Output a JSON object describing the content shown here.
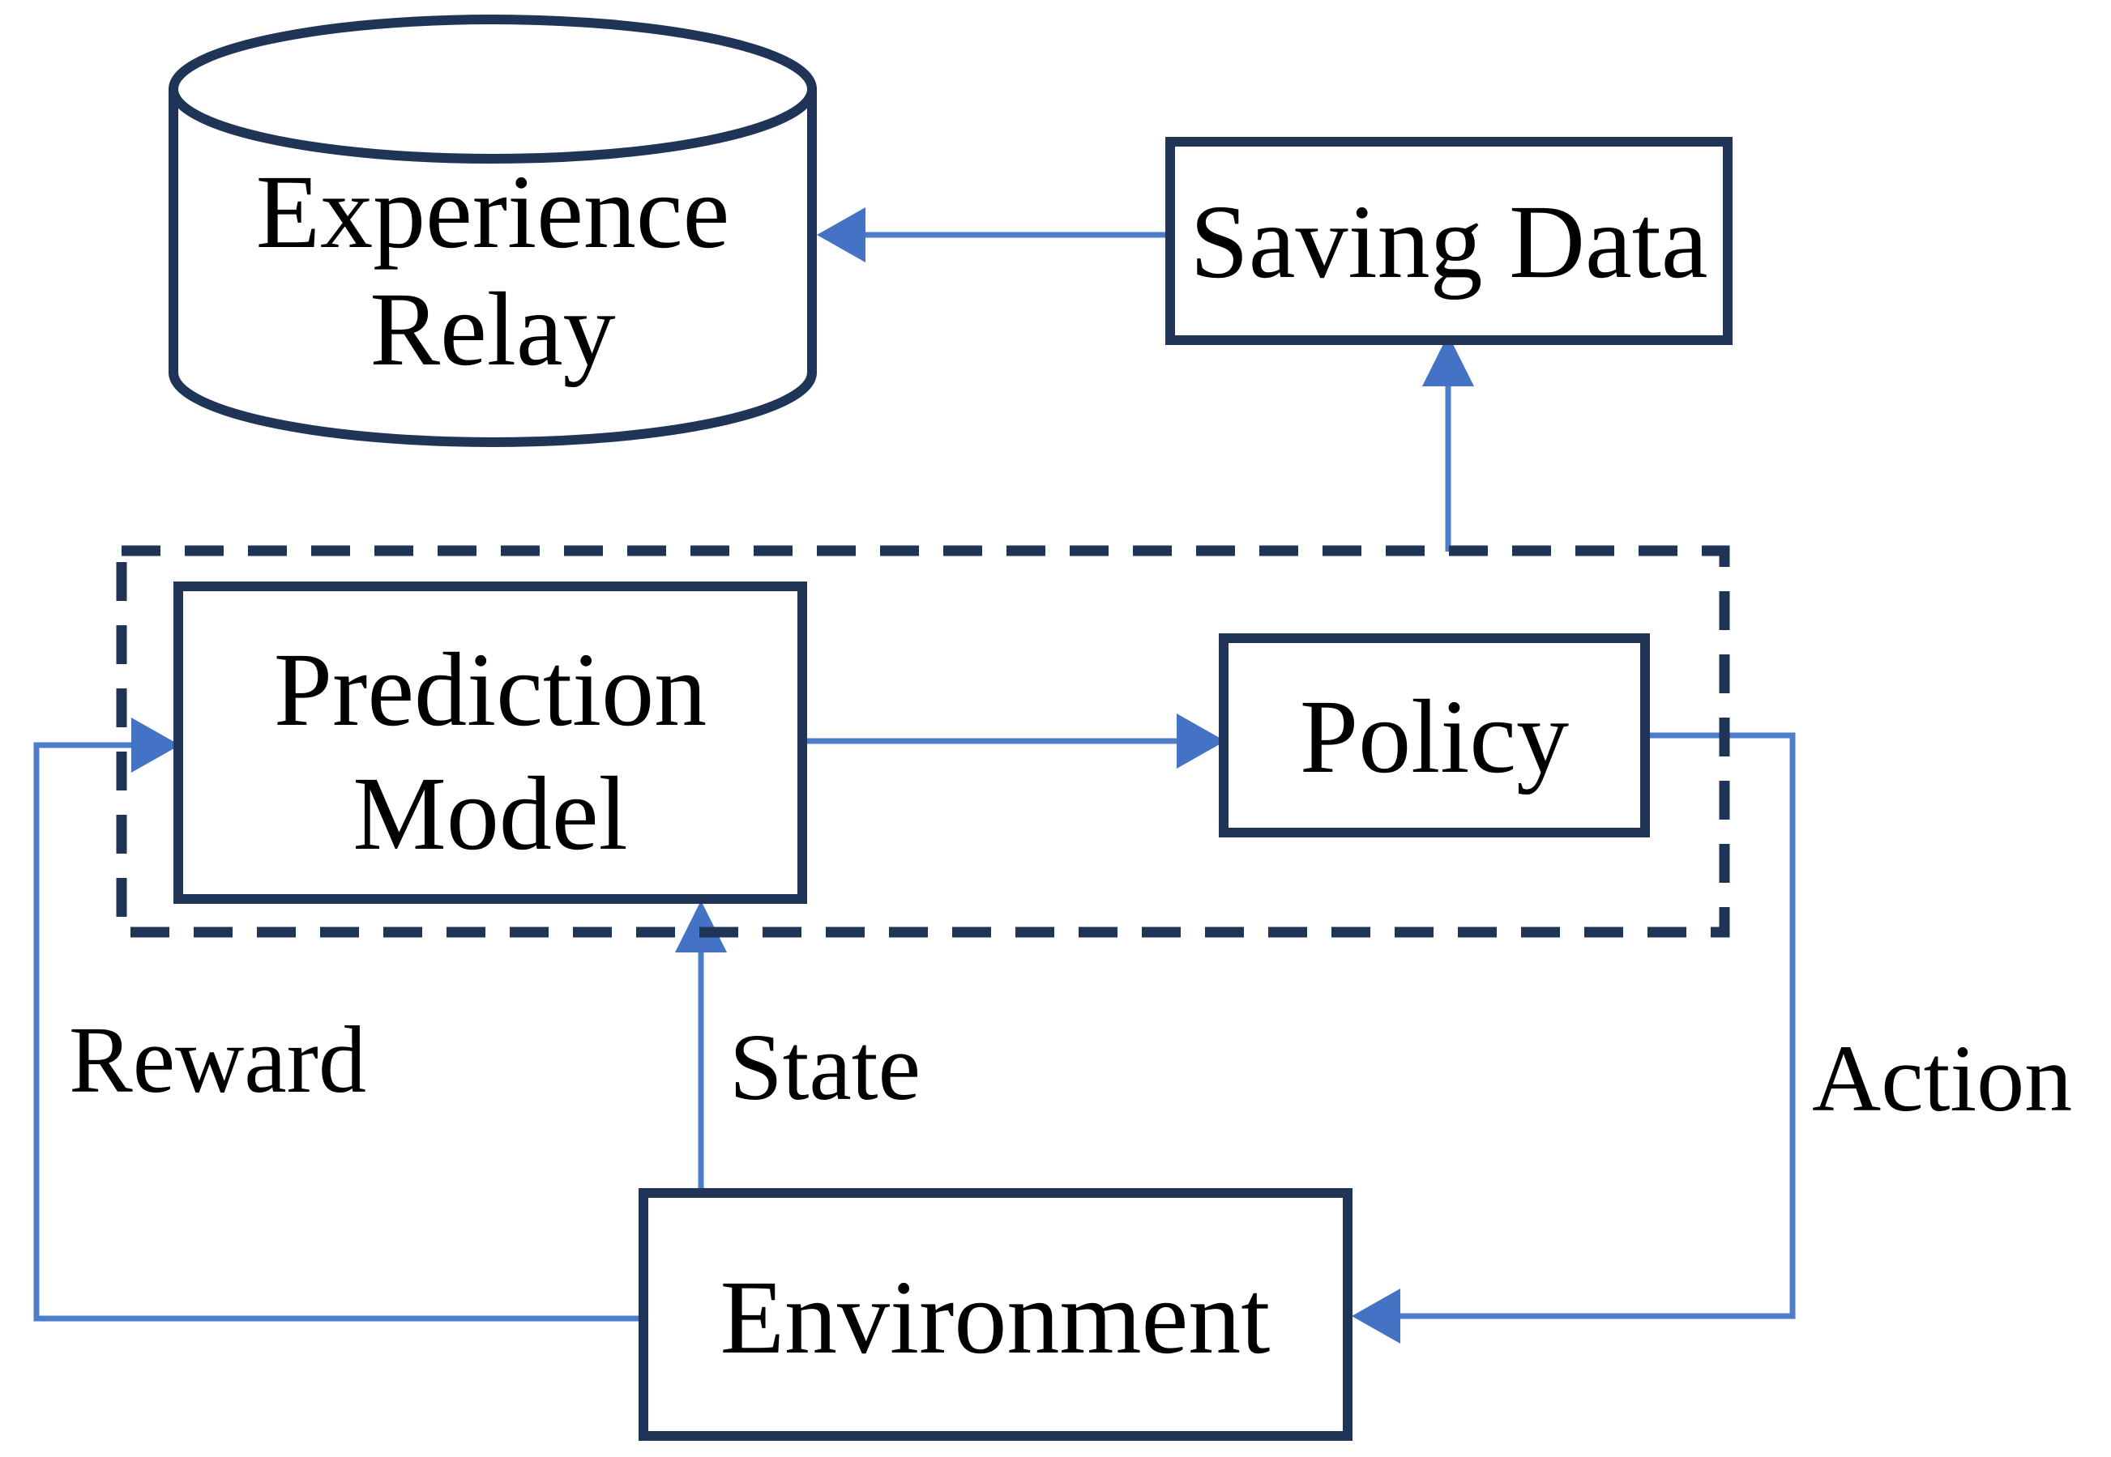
{
  "diagram": {
    "type": "flow-diagram",
    "background": "#ffffff",
    "colors": {
      "node_outline": "#1f3457",
      "connector_line": "#4d7ec9",
      "arrowhead": "#4472c4",
      "label_text": "#000000"
    },
    "nodes": {
      "experience_relay": {
        "shape": "cylinder",
        "label": "Experience Relay",
        "line1": "Experience",
        "line2": "Relay"
      },
      "saving_data": {
        "shape": "rectangle",
        "label": "Saving Data"
      },
      "prediction_model": {
        "shape": "rectangle",
        "label": "Prediction Model",
        "line1": "Prediction",
        "line2": "Model"
      },
      "policy": {
        "shape": "rectangle",
        "label": "Policy"
      },
      "environment": {
        "shape": "rectangle",
        "label": "Environment"
      },
      "training_group": {
        "shape": "dashed-rectangle",
        "label": ""
      }
    },
    "edge_labels": {
      "reward": "Reward",
      "state": "State",
      "action": "Action"
    },
    "edges": [
      {
        "from": "saving_data",
        "to": "experience_relay",
        "label": ""
      },
      {
        "from": "training_group",
        "to": "saving_data",
        "label": ""
      },
      {
        "from": "prediction_model",
        "to": "policy",
        "label": ""
      },
      {
        "from": "environment",
        "to": "prediction_model",
        "label": "Reward"
      },
      {
        "from": "environment",
        "to": "prediction_model",
        "label": "State"
      },
      {
        "from": "policy",
        "to": "environment",
        "label": "Action"
      }
    ]
  }
}
